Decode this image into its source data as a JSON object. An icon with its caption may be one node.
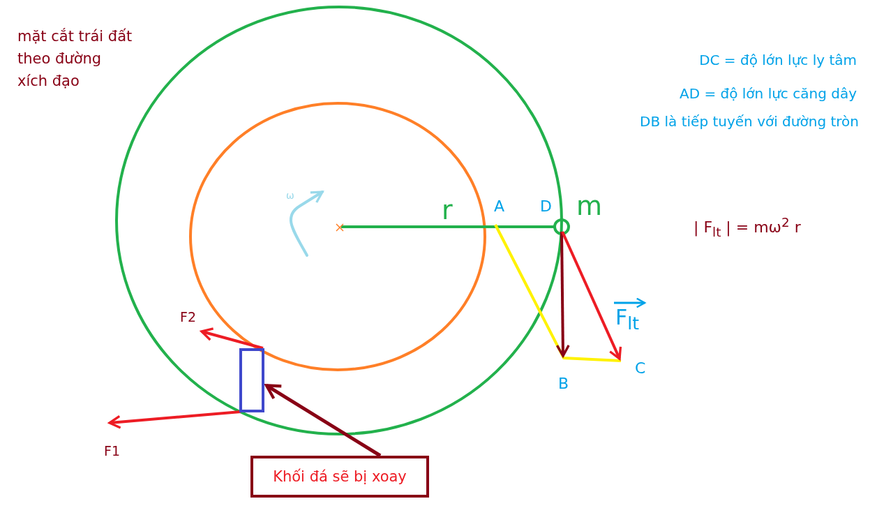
{
  "diagram": {
    "nodes": [
      {
        "text": [
          "Khối đá sẽ bị xoay"
        ]
      },
      {
        "text": [],
        "shape": "box"
      }
    ],
    "edges": [
      {
        "from": 0,
        "to": 1,
        "arrow": "to"
      }
    ],
    "labels": [
      "mặt cắt trái đất theo đường xích đạo",
      "DC = độ lớn lực ly tâm",
      "AD = độ lớn lực căng dây",
      "DB là tiếp tuyến với đường tròn",
      "ω",
      "r",
      "A",
      "D",
      "m",
      "| F$_{lt}$ | = mω$^{2}$ r",
      "F$_{lt}$",
      "F2",
      "B",
      "C",
      "F1"
    ]
  }
}
